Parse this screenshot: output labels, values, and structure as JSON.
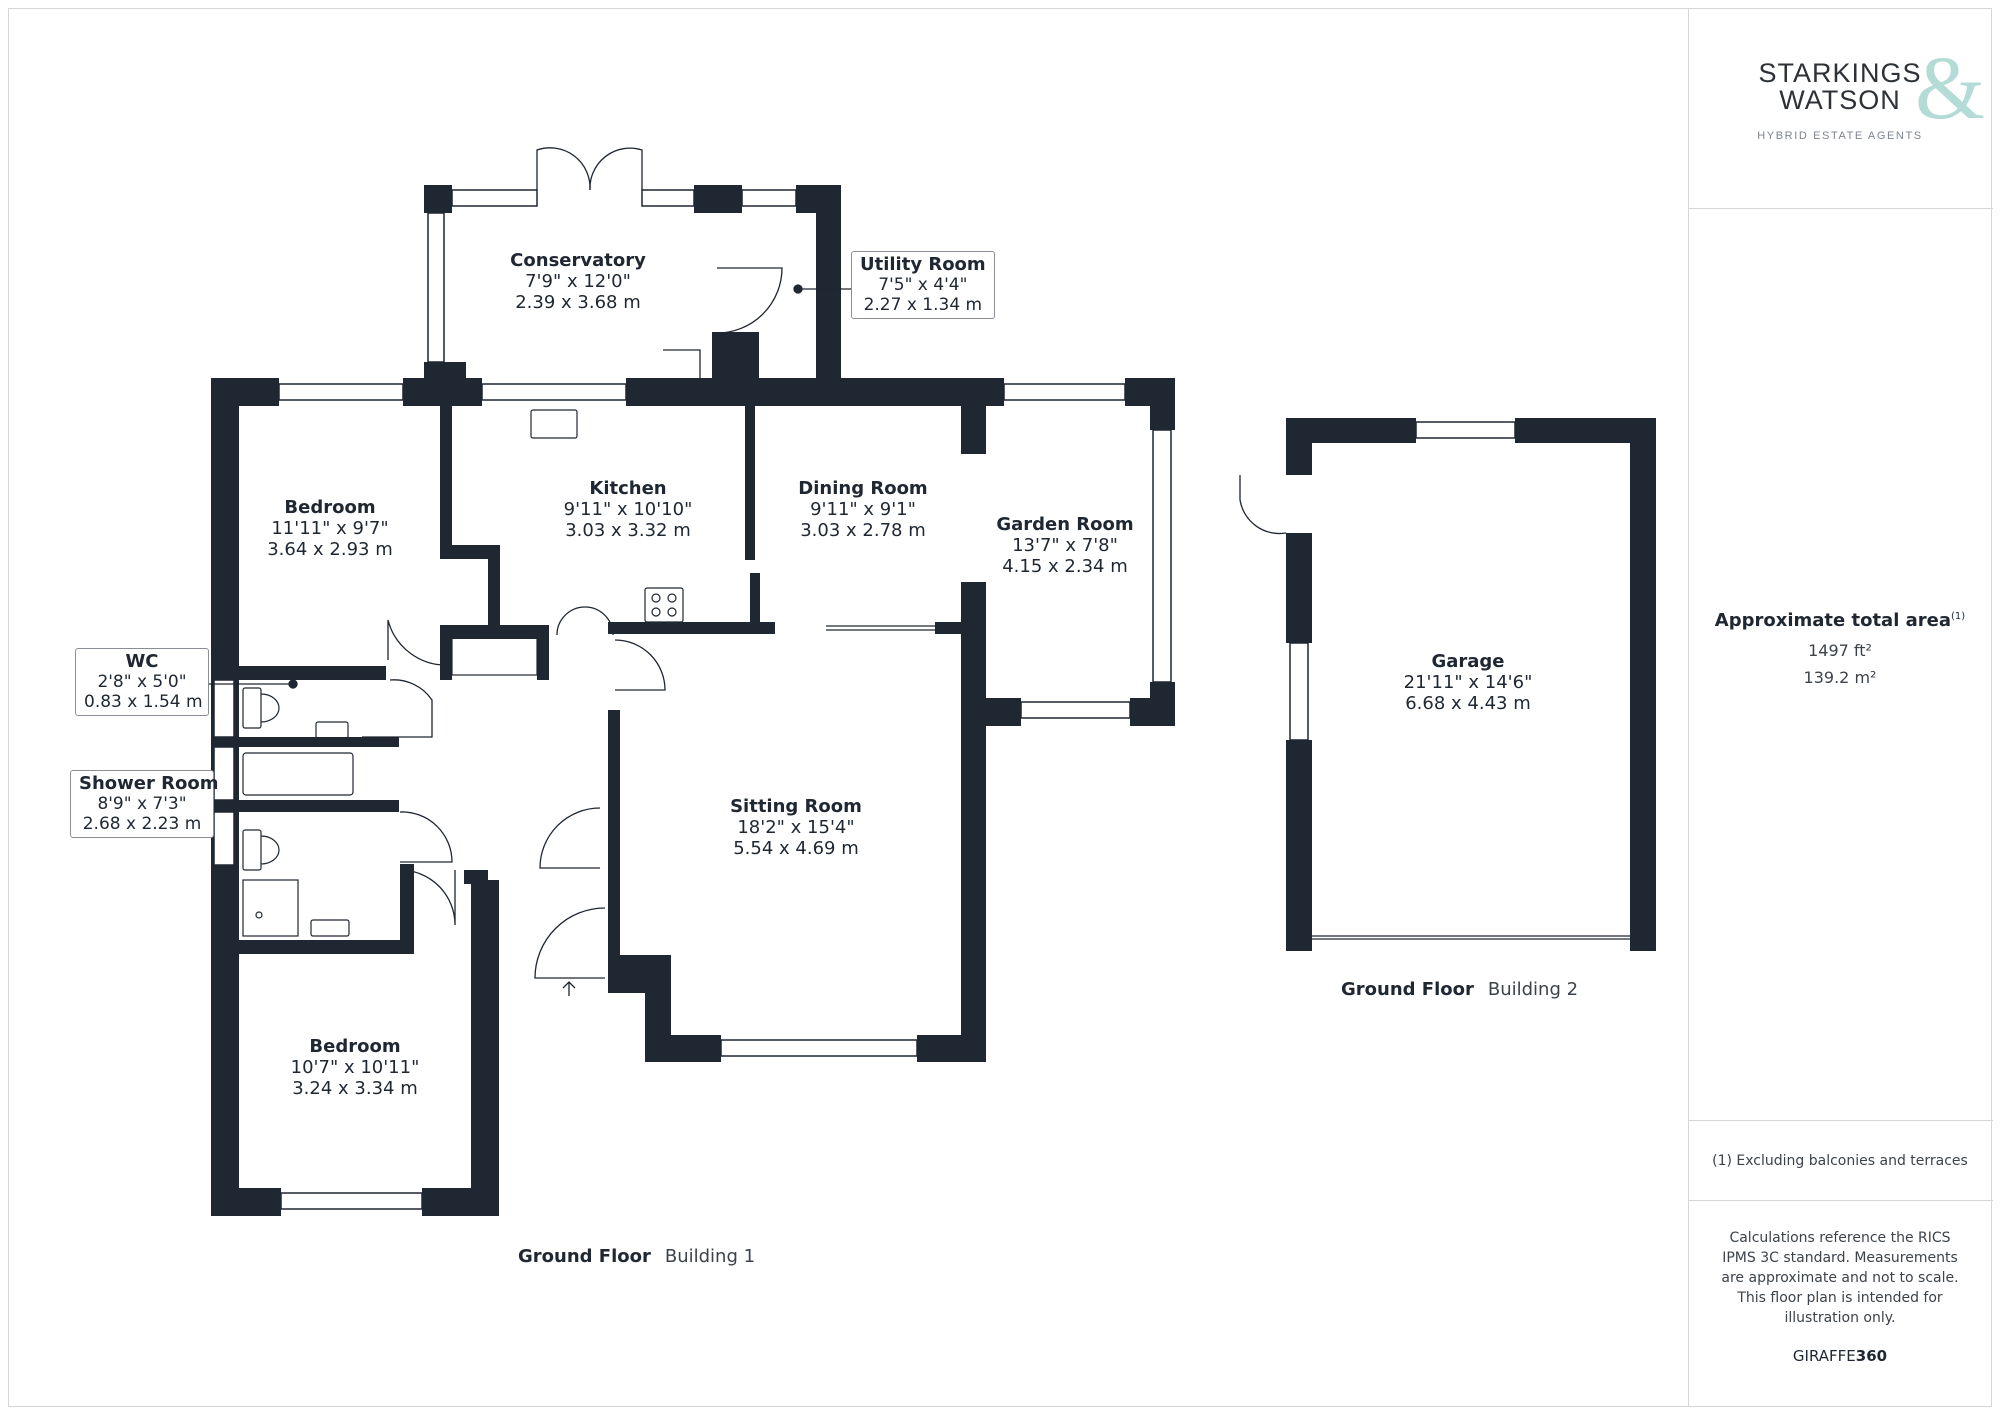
{
  "logo": {
    "line1": "STARKINGS",
    "line2": "WATSON",
    "amp": "&",
    "tagline": "HYBRID ESTATE AGENTS"
  },
  "area": {
    "title": "Approximate total area",
    "sup": "(1)",
    "sqft": "1497 ft²",
    "sqm": "139.2 m²"
  },
  "footnote": "(1) Excluding balconies and terraces",
  "disclaimer": "Calculations reference the RICS IPMS 3C standard. Measurements are approximate and not to scale. This floor plan is intended for illustration only.",
  "brand": {
    "prefix": "GIRAFFE",
    "suffix": "360"
  },
  "colors": {
    "wall": "#1e2732",
    "accent": "#a6d6d0"
  },
  "rooms": {
    "conservatory": {
      "name": "Conservatory",
      "imperial": "7'9\" x 12'0\"",
      "metric": "2.39 x 3.68 m"
    },
    "utility": {
      "name": "Utility Room",
      "imperial": "7'5\" x 4'4\"",
      "metric": "2.27 x 1.34 m"
    },
    "bedroom1": {
      "name": "Bedroom",
      "imperial": "11'11\" x 9'7\"",
      "metric": "3.64 x 2.93 m"
    },
    "kitchen": {
      "name": "Kitchen",
      "imperial": "9'11\" x 10'10\"",
      "metric": "3.03 x 3.32 m"
    },
    "dining": {
      "name": "Dining Room",
      "imperial": "9'11\" x 9'1\"",
      "metric": "3.03 x 2.78 m"
    },
    "garden": {
      "name": "Garden Room",
      "imperial": "13'7\" x 7'8\"",
      "metric": "4.15 x 2.34 m"
    },
    "wc": {
      "name": "WC",
      "imperial": "2'8\" x 5'0\"",
      "metric": "0.83 x 1.54 m"
    },
    "shower": {
      "name": "Shower Room",
      "imperial": "8'9\" x 7'3\"",
      "metric": "2.68 x 2.23 m"
    },
    "sitting": {
      "name": "Sitting Room",
      "imperial": "18'2\" x 15'4\"",
      "metric": "5.54 x 4.69 m"
    },
    "bedroom2": {
      "name": "Bedroom",
      "imperial": "10'7\" x 10'11\"",
      "metric": "3.24 x 3.34 m"
    },
    "garage": {
      "name": "Garage",
      "imperial": "21'11\" x 14'6\"",
      "metric": "6.68 x 4.43 m"
    }
  },
  "floors": {
    "building1": {
      "floor": "Ground Floor",
      "building": "Building 1"
    },
    "building2": {
      "floor": "Ground Floor",
      "building": "Building 2"
    }
  }
}
